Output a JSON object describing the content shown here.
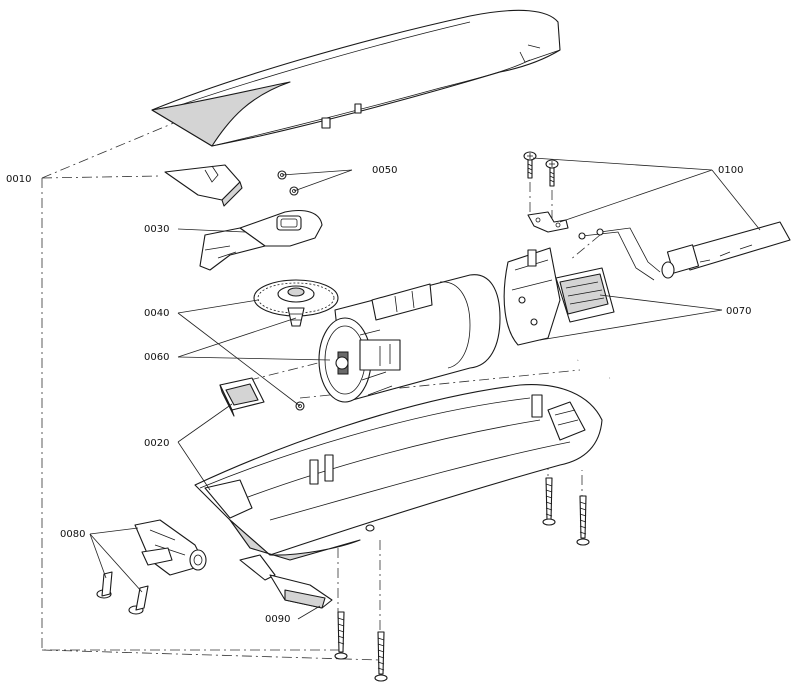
{
  "callouts": {
    "c0010": "0010",
    "c0020": "0020",
    "c0030": "0030",
    "c0040": "0040",
    "c0050": "0050",
    "c0060": "0060",
    "c0070": "0070",
    "c0080": "0080",
    "c0090": "0090",
    "c0100": "0100"
  }
}
